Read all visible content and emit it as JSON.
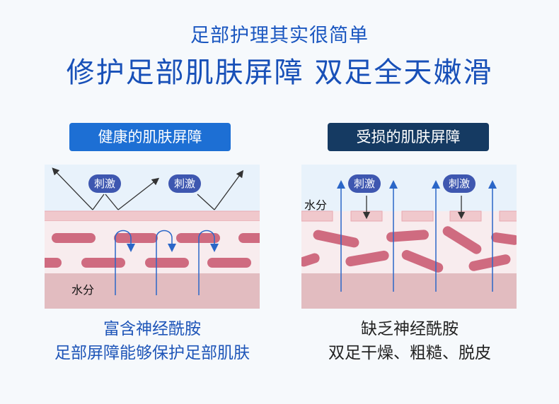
{
  "header": {
    "subtitle": "足部护理其实很简单",
    "title": "修护足部肌肤屏障 双足全天嫩滑"
  },
  "healthy": {
    "badge": "健康的肌肤屏障",
    "stimulus_label": "刺激",
    "water_label": "水分",
    "caption_line1": "富含神经酰胺",
    "caption_line2": "足部屏障能够保护足部肌肤"
  },
  "damaged": {
    "badge": "受损的肌肤屏障",
    "stimulus_label": "刺激",
    "water_label": "水分",
    "caption_line1": "缺乏神经酰胺",
    "caption_line2": "双足干燥、粗糙、脱皮"
  },
  "colors": {
    "title_blue": "#1a56c0",
    "healthy_badge": "#1d6fd4",
    "damaged_badge": "#153a62",
    "stimulus_pill": "#3e57b0",
    "lipid": "#cf6b80",
    "arrow_blue": "#2a66c8"
  }
}
